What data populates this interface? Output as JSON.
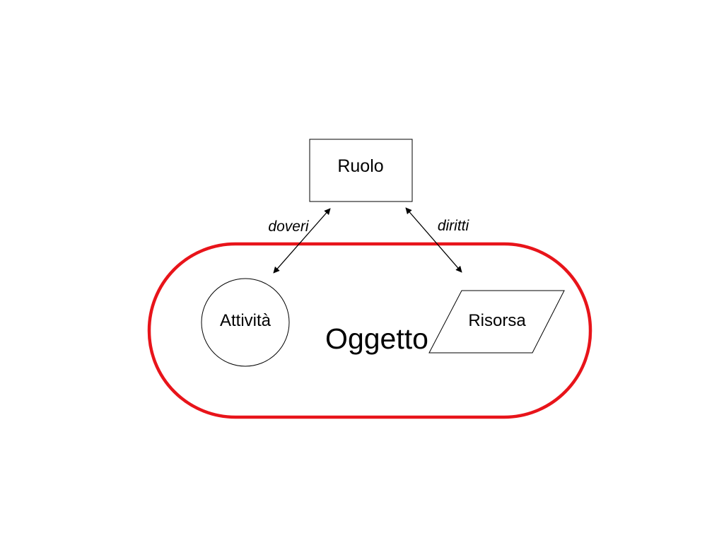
{
  "diagram": {
    "container": {
      "label": "Oggetto",
      "border_color": "#e8141a"
    },
    "nodes": {
      "role": {
        "label": "Ruolo",
        "shape": "rectangle"
      },
      "activity": {
        "label": "Attività",
        "shape": "circle"
      },
      "resource": {
        "label": "Risorsa",
        "shape": "parallelogram"
      }
    },
    "edges": {
      "duties": {
        "label": "doveri",
        "from": "Ruolo",
        "to": "Attività",
        "direction": "both"
      },
      "rights": {
        "label": "diritti",
        "from": "Ruolo",
        "to": "Risorsa",
        "direction": "both"
      }
    }
  }
}
